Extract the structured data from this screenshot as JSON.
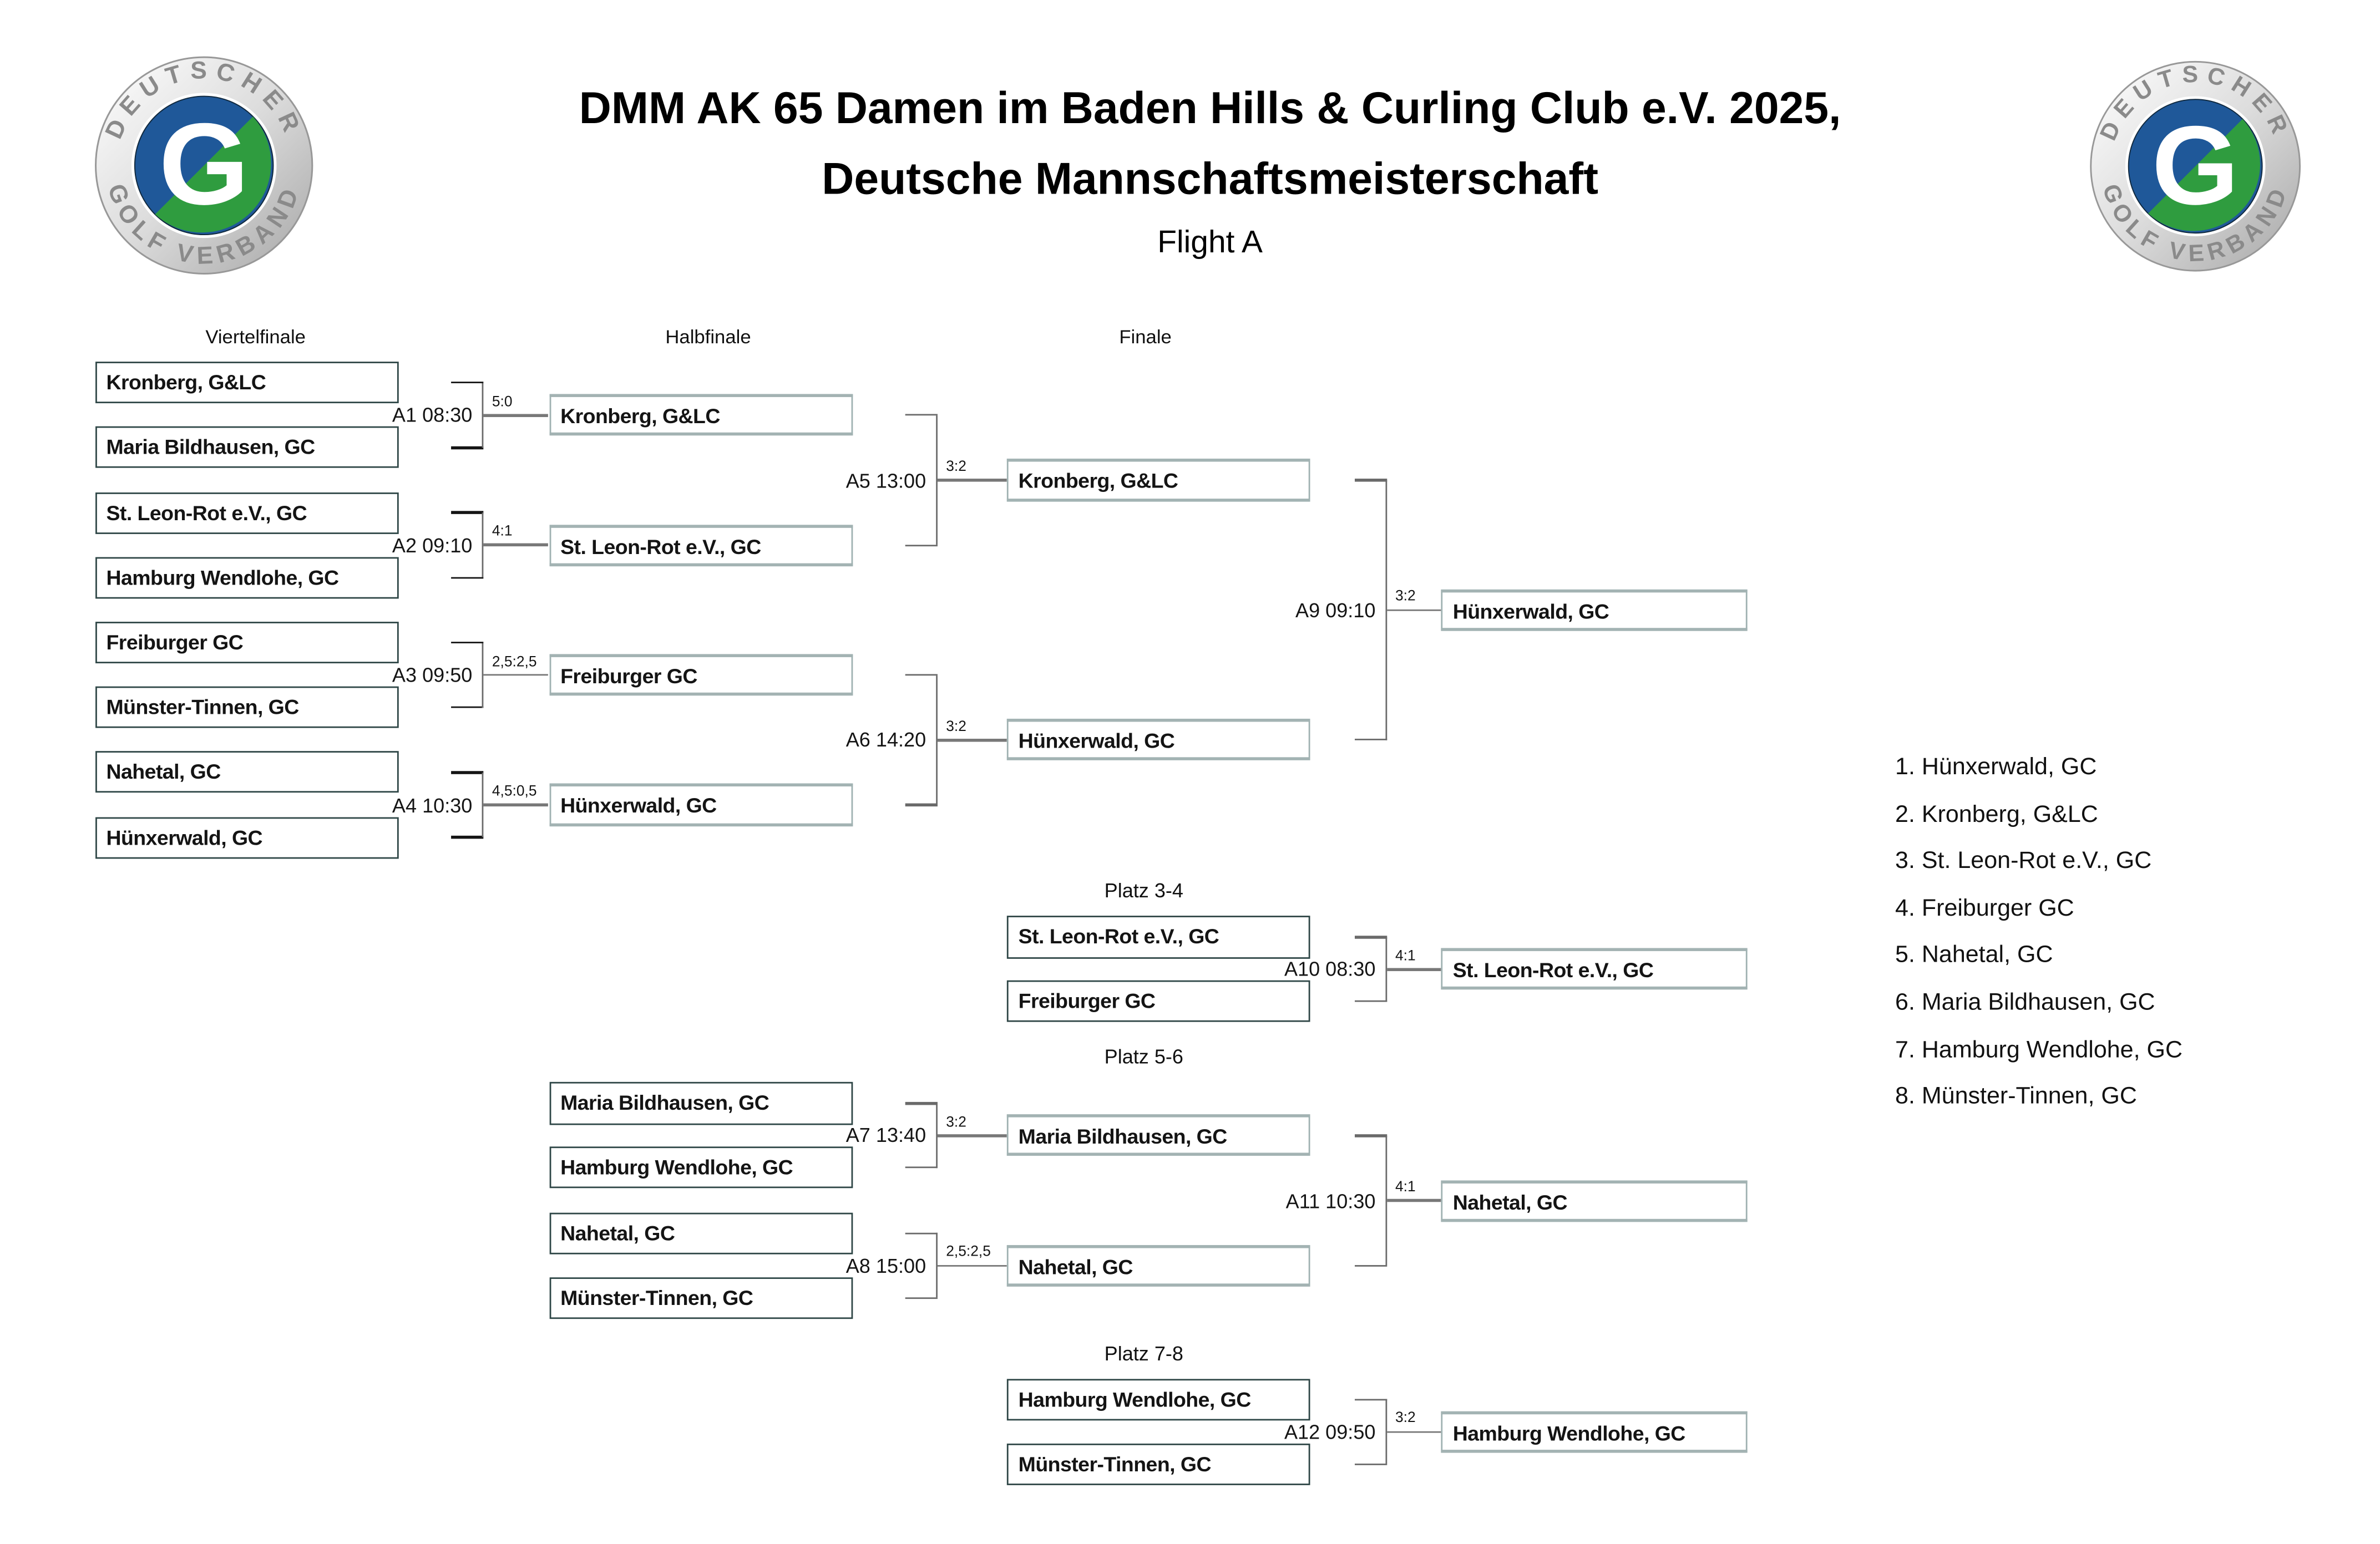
{
  "header": {
    "title_line1": "DMM AK 65 Damen im Baden Hills & Curling Club e.V. 2025,",
    "title_line2": "Deutsche Mannschaftsmeisterschaft",
    "subtitle": "Flight A"
  },
  "logo": {
    "top_text": "DEUTSCHER",
    "bottom_text": "GOLF VERBAND",
    "letter": "G",
    "blue": "#1f5899",
    "green": "#2f9c3f"
  },
  "rounds": [
    "Viertelfinale",
    "Halbfinale",
    "Finale"
  ],
  "sections": {
    "platz34": "Platz 3-4",
    "platz56": "Platz 5-6",
    "platz78": "Platz 7-8"
  },
  "matches": {
    "A1": {
      "label": "A1 08:30",
      "team1": "Kronberg, G&LC",
      "team2": "Maria Bildhausen, GC",
      "score": "5:0",
      "winner": "Kronberg, G&LC"
    },
    "A2": {
      "label": "A2 09:10",
      "team1": "St. Leon-Rot e.V., GC",
      "team2": "Hamburg Wendlohe, GC",
      "score": "4:1",
      "winner": "St. Leon-Rot e.V., GC"
    },
    "A3": {
      "label": "A3 09:50",
      "team1": "Freiburger GC",
      "team2": "Münster-Tinnen, GC",
      "score": "2,5:2,5",
      "winner": "Freiburger GC"
    },
    "A4": {
      "label": "A4 10:30",
      "team1": "Nahetal, GC",
      "team2": "Hünxerwald, GC",
      "score": "4,5:0,5",
      "winner": "Hünxerwald, GC"
    },
    "A5": {
      "label": "A5 13:00",
      "score": "3:2",
      "winner": "Kronberg, G&LC"
    },
    "A6": {
      "label": "A6 14:20",
      "score": "3:2",
      "winner": "Hünxerwald, GC"
    },
    "A7": {
      "label": "A7 13:40",
      "team1": "Maria Bildhausen, GC",
      "team2": "Hamburg Wendlohe, GC",
      "score": "3:2",
      "winner": "Maria Bildhausen, GC"
    },
    "A8": {
      "label": "A8 15:00",
      "team1": "Nahetal, GC",
      "team2": "Münster-Tinnen, GC",
      "score": "2,5:2,5",
      "winner": "Nahetal, GC"
    },
    "A9": {
      "label": "A9 09:10",
      "score": "3:2",
      "winner": "Hünxerwald, GC"
    },
    "A10": {
      "label": "A10 08:30",
      "team1": "St. Leon-Rot e.V., GC",
      "team2": "Freiburger GC",
      "score": "4:1",
      "winner": "St. Leon-Rot e.V., GC"
    },
    "A11": {
      "label": "A11 10:30",
      "score": "4:1",
      "winner": "Nahetal, GC"
    },
    "A12": {
      "label": "A12 09:50",
      "team1": "Hamburg Wendlohe, GC",
      "team2": "Münster-Tinnen, GC",
      "score": "3:2",
      "winner": "Hamburg Wendlohe, GC"
    }
  },
  "rankings": [
    "1. Hünxerwald, GC",
    "2. Kronberg, G&LC",
    "3. St. Leon-Rot e.V., GC",
    "4. Freiburger GC",
    "5. Nahetal, GC",
    "6. Maria Bildhausen, GC",
    "7. Hamburg Wendlohe, GC",
    "8. Münster-Tinnen, GC"
  ]
}
